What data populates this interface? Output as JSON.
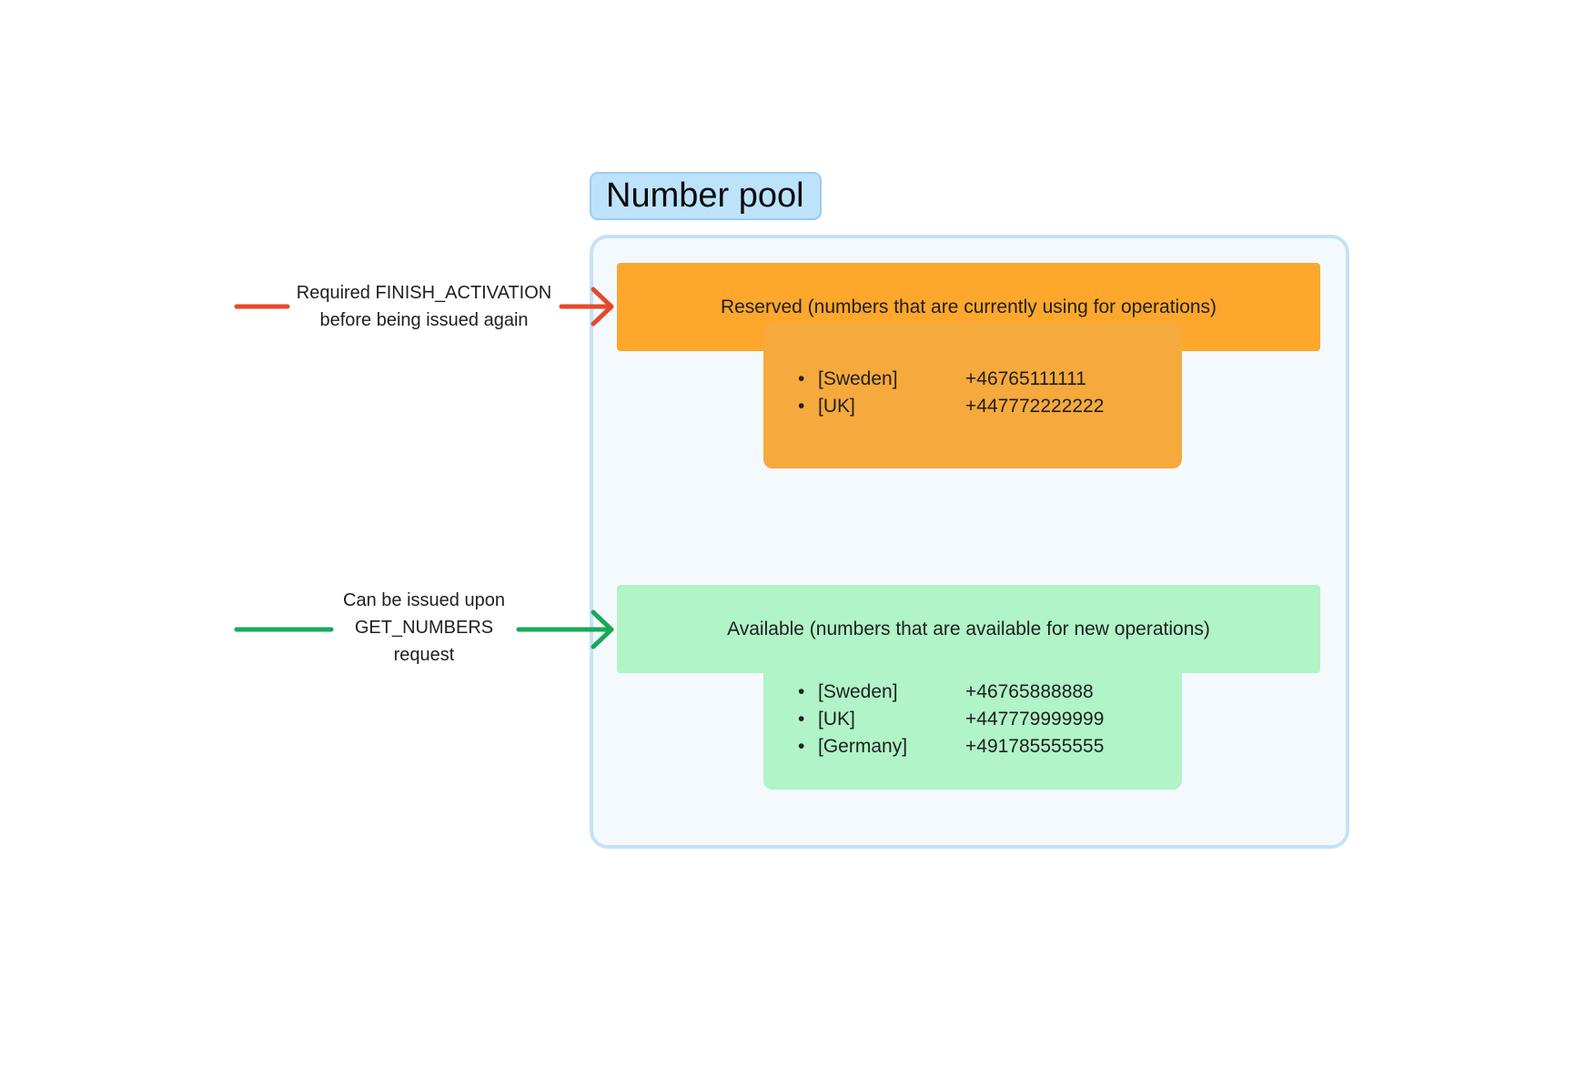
{
  "diagram": {
    "title": "Number pool",
    "reserved": {
      "label": "Reserved (numbers that are currently using for operations)",
      "color": "#fda72c",
      "annotation": [
        "Required FINISH_ACTIVATION",
        "before being issued again"
      ],
      "arrow_color": "#e44a2a",
      "numbers": [
        {
          "country": "[Sweden]",
          "phone": "+46765111111"
        },
        {
          "country": "[UK]",
          "phone": "+447772222222"
        }
      ]
    },
    "available": {
      "label": "Available (numbers that are available for new operations)",
      "color": "#b0f4c7",
      "annotation": [
        "Can be issued upon",
        "GET_NUMBERS",
        "request"
      ],
      "arrow_color": "#18a957",
      "numbers": [
        {
          "country": "[Sweden]",
          "phone": "+46765888888"
        },
        {
          "country": "[UK]",
          "phone": "+447779999999"
        },
        {
          "country": "[Germany]",
          "phone": "+491785555555"
        }
      ]
    }
  }
}
